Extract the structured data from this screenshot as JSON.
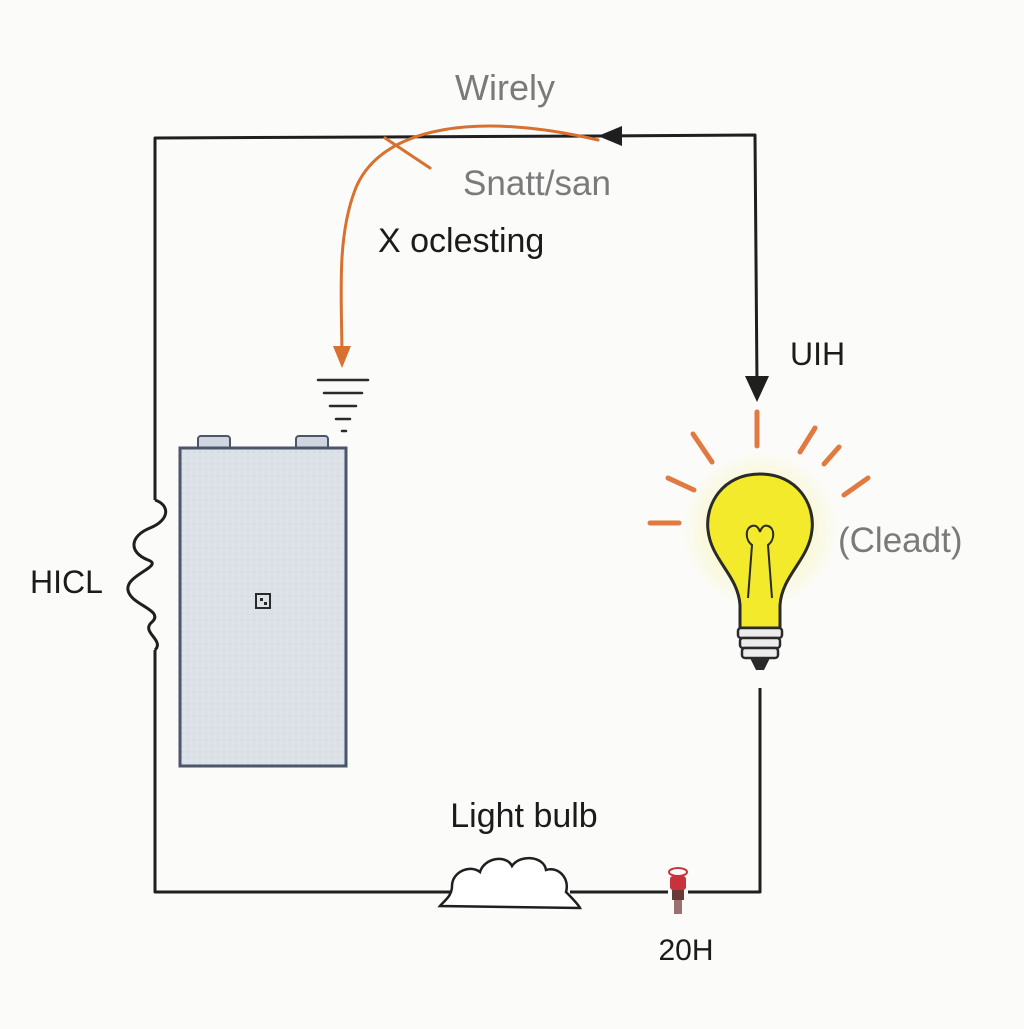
{
  "labels": {
    "top_title": "Wirely",
    "top_subtitle": "Snatt/san",
    "annotation": "X oclesting",
    "right_wire": "UIH",
    "bulb_note": "(Cleadt)",
    "left_coil": "HICL",
    "bottom_label": "Light bulb",
    "switch_label": "20H"
  },
  "colors": {
    "wire": "#1f1f1f",
    "arrow_orange": "#d8702e",
    "bulb_yellow": "#f2ea2a",
    "bulb_glow": "#f7f08a",
    "ray_orange": "#e07a40",
    "battery_fill": "#dfe3ea",
    "battery_stroke": "#4c566a",
    "switch_red": "#c8323c",
    "gray_text": "#7a7a7a",
    "dark_text": "#1b1b1b"
  }
}
